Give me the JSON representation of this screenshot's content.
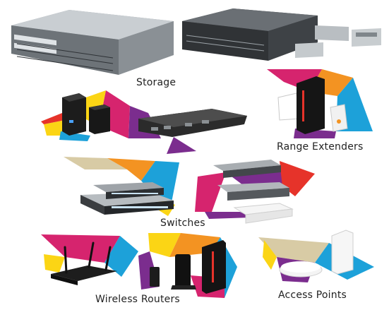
{
  "captions": {
    "storage": "Storage",
    "range_extenders": "Range Extenders",
    "switches": "Switches",
    "wireless_routers": "Wireless Routers",
    "access_points": "Access Points"
  },
  "colors": {
    "magenta": "#d6246e",
    "purple": "#7b2d8e",
    "orange": "#f39322",
    "yellow": "#fbd515",
    "blue": "#1da1d9",
    "light_blue": "#7fd1ef",
    "tan": "#d8cba5",
    "red": "#e6332a",
    "device_dark": "#2b2b2b",
    "device_silver": "#bfc3c6"
  },
  "icons": [
    "switch-chassis",
    "nas-device",
    "rack-server",
    "range-extender",
    "network-switch",
    "wireless-router",
    "access-point"
  ]
}
